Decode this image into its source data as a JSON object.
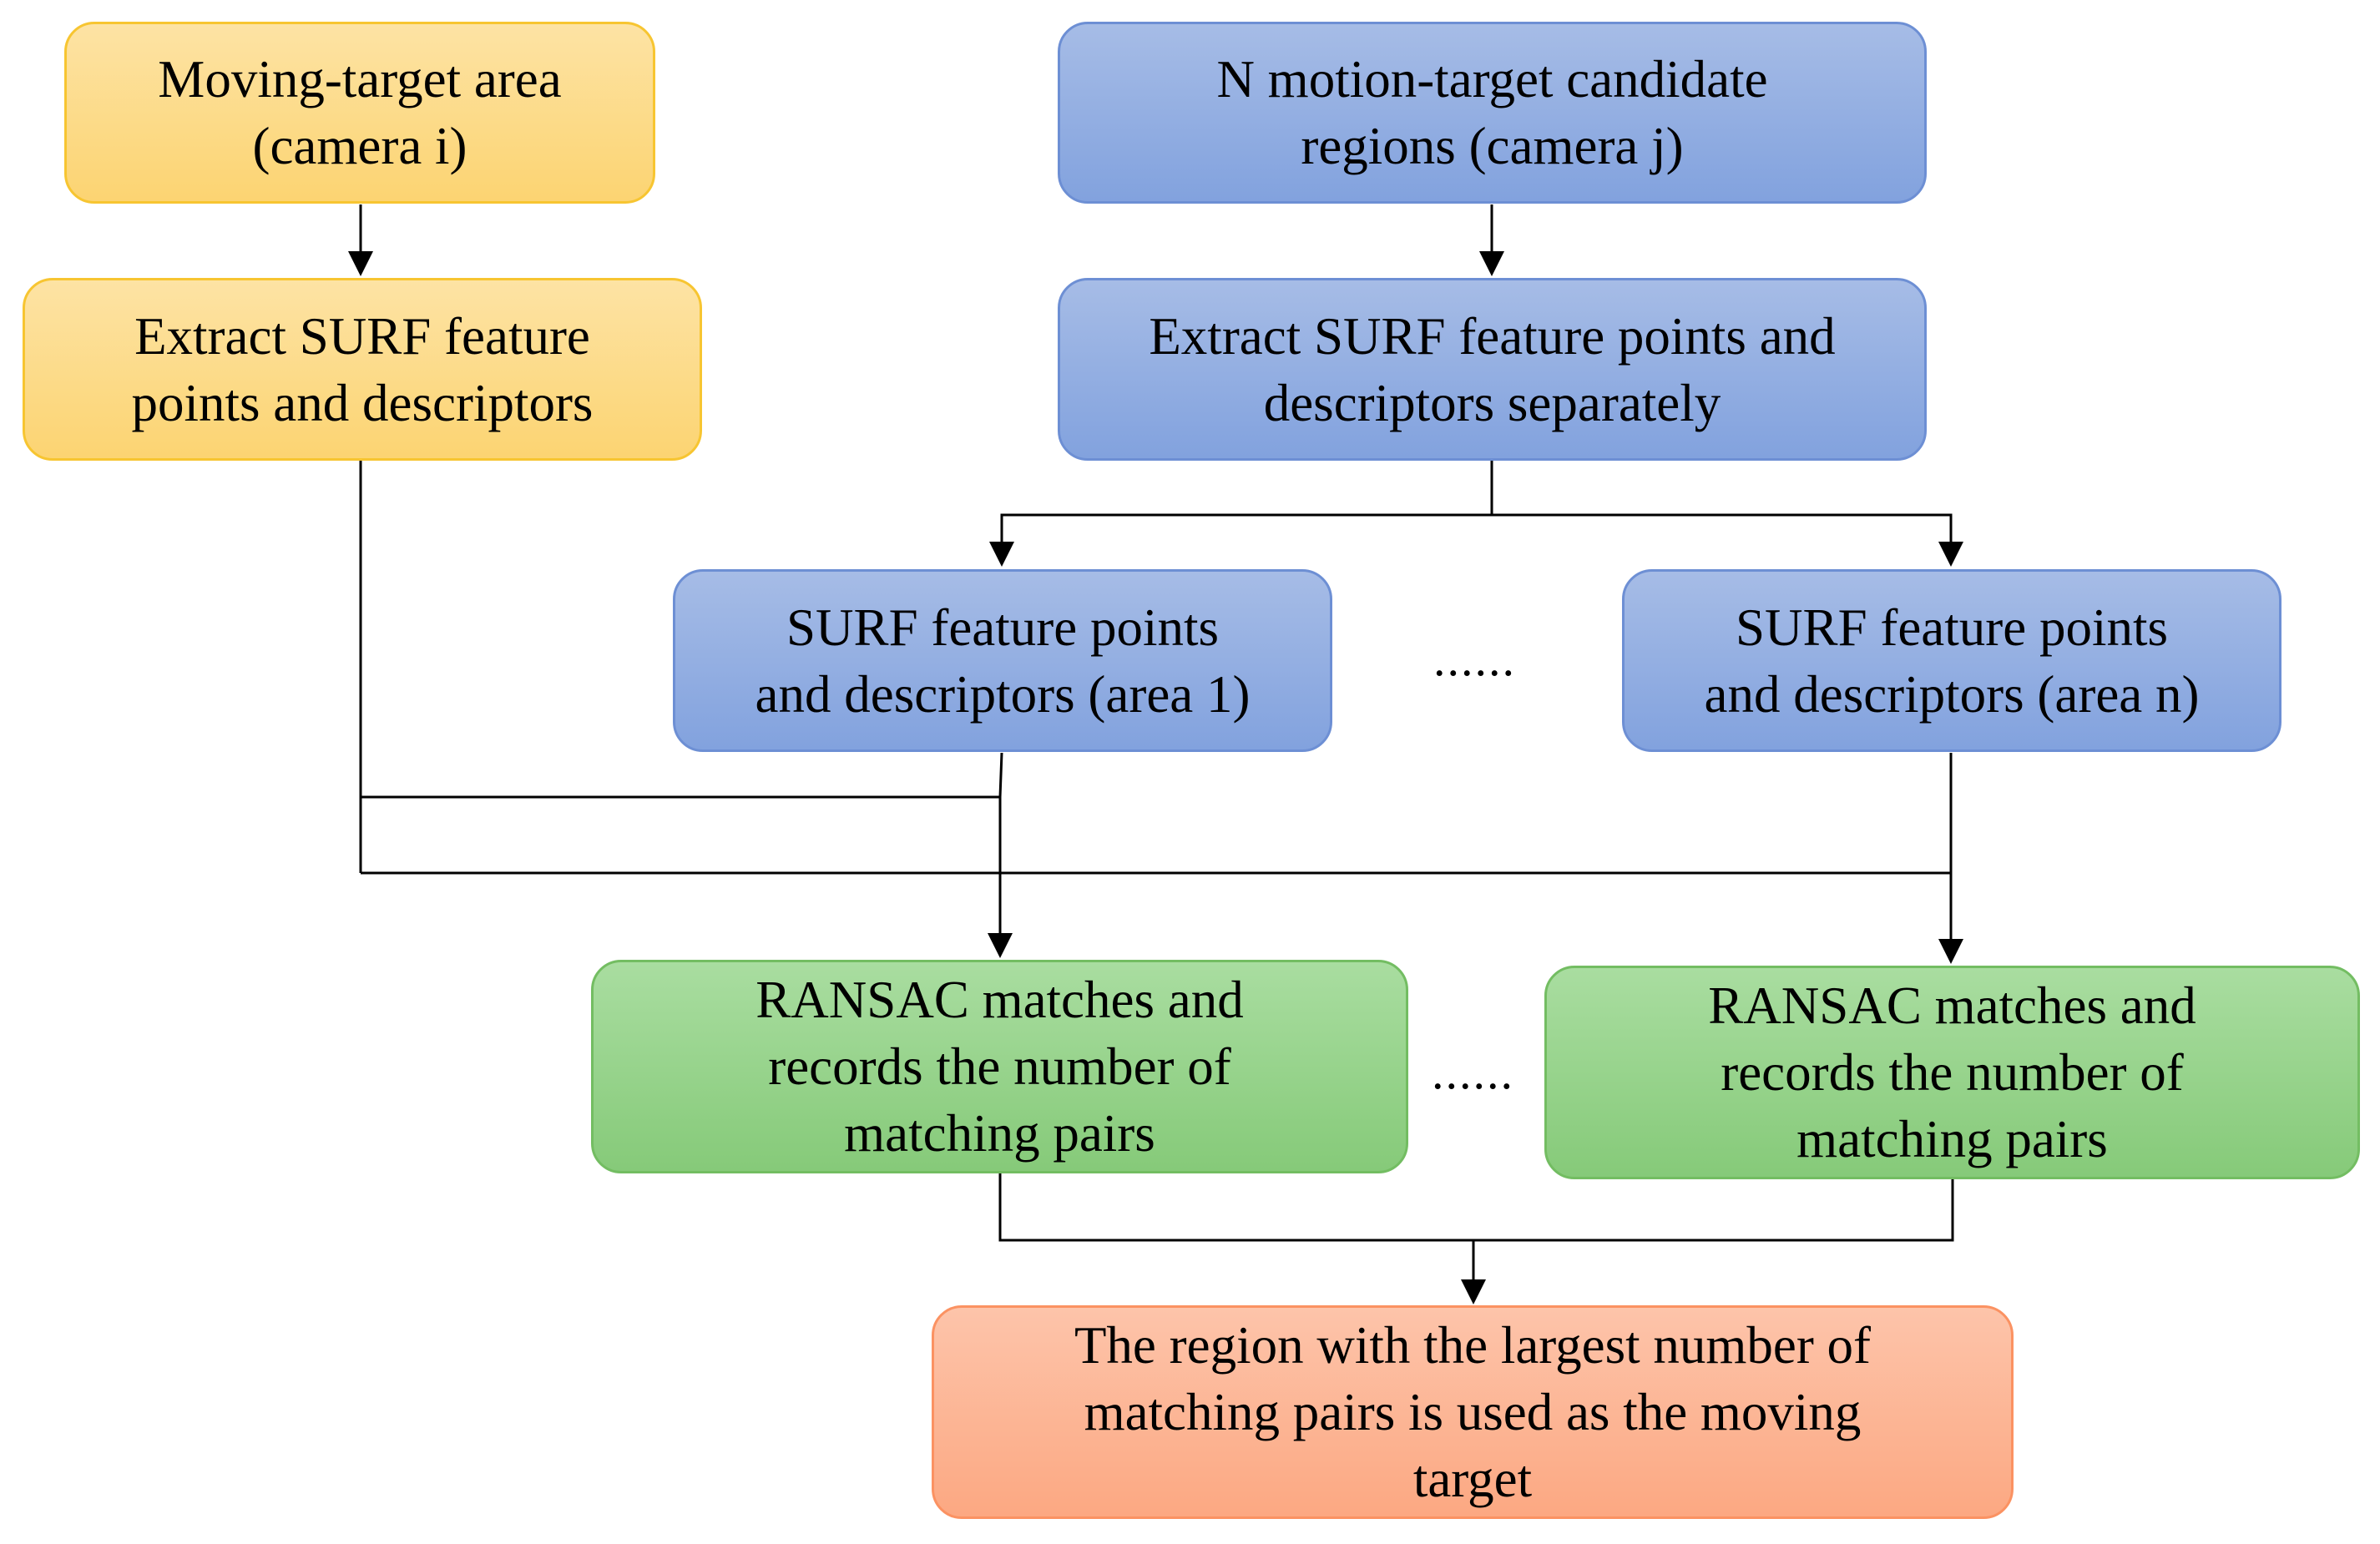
{
  "colors": {
    "yellow_fill": "#fcd472",
    "yellow_border": "#f7c531",
    "blue_fill": "#82a2de",
    "blue_border": "#6d8fd4",
    "green_fill": "#86ca79",
    "green_border": "#73bd62",
    "orange_fill": "#fca882",
    "orange_border": "#fb9262",
    "line": "#000000"
  },
  "boxes": {
    "moving_target_area": "Moving-target area\n(camera i)",
    "extract_surf_i": "Extract SURF feature\npoints and descriptors",
    "n_candidate_regions": "N motion-target candidate\nregions (camera j)",
    "extract_surf_j": "Extract SURF feature points and\ndescriptors separately",
    "surf_area_1": "SURF feature points\nand descriptors (area 1)",
    "surf_area_n": "SURF feature points\nand descriptors (area n)",
    "ransac_1": "RANSAC matches and\nrecords the number of\nmatching pairs",
    "ransac_n": "RANSAC matches and\nrecords the number of\nmatching pairs",
    "result": "The region with the largest number of\nmatching pairs is used as the moving\ntarget"
  },
  "ellipsis": {
    "middle_row": "......",
    "ransac_row": "......"
  }
}
